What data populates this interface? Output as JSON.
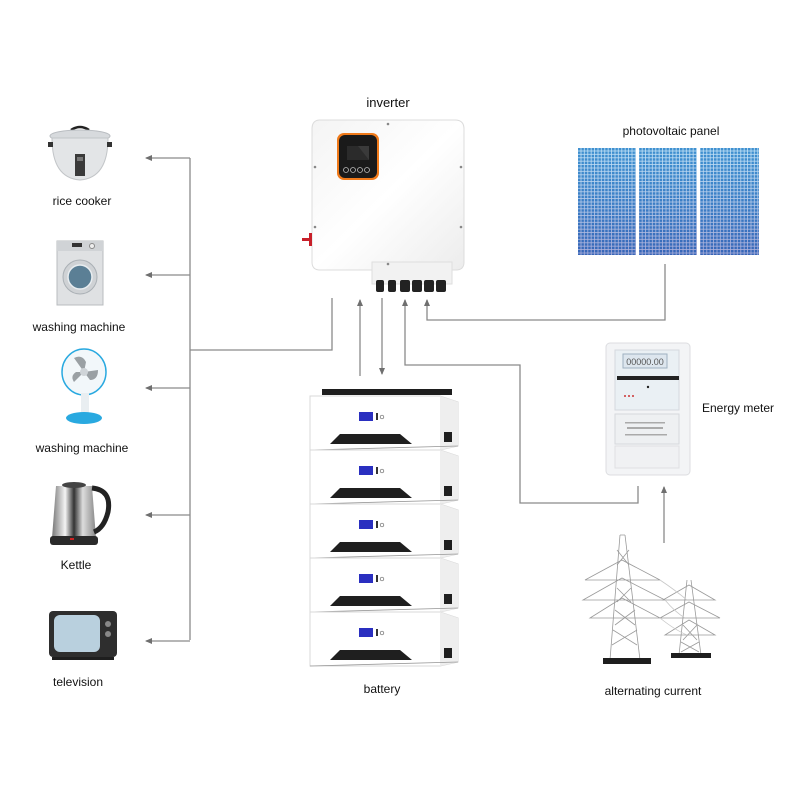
{
  "title": "Home solar energy storage system diagram",
  "components": {
    "inverter": {
      "label": "inverter"
    },
    "pv_panel": {
      "label": "photovoltaic panel"
    },
    "energy_meter": {
      "label": "Energy meter",
      "display_reading": "00000.00"
    },
    "battery": {
      "label": "battery",
      "modules": 5
    },
    "grid": {
      "label": "alternating current"
    }
  },
  "loads": [
    {
      "label": "rice cooker",
      "icon": "rice-cooker-icon"
    },
    {
      "label": "washing machine",
      "icon": "washing-machine-icon"
    },
    {
      "label": "washing machine",
      "icon": "electric-fan-icon"
    },
    {
      "label": "Kettle",
      "icon": "kettle-icon"
    },
    {
      "label": "television",
      "icon": "television-icon"
    }
  ],
  "connections": [
    {
      "from": "inverter",
      "to": "loads"
    },
    {
      "from": "battery",
      "to": "inverter"
    },
    {
      "from": "inverter",
      "to": "battery"
    },
    {
      "from": "energy_meter",
      "to": "inverter"
    },
    {
      "from": "pv_panel",
      "to": "inverter"
    },
    {
      "from": "grid",
      "to": "energy_meter"
    }
  ],
  "colors": {
    "line": "#7a7a7a",
    "inverter_accent": "#f07a1a",
    "pv_cell": "#2f7fc4",
    "battery_display": "#2a2fc0",
    "fan_accent": "#29a9e0"
  }
}
